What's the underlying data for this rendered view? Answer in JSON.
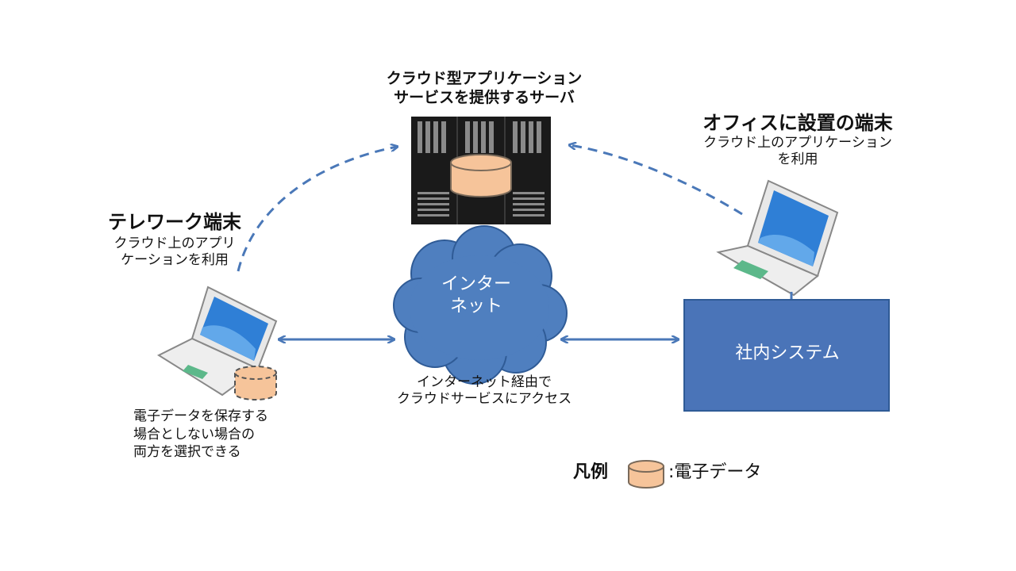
{
  "server": {
    "title_line1": "クラウド型アプリケーション",
    "title_line2": "サービスを提供するサーバ"
  },
  "office_terminal": {
    "title": "オフィスに設置の端末",
    "desc_line1": "クラウド上のアプリケーション",
    "desc_line2": "を利用"
  },
  "telework_terminal": {
    "title": "テレワーク端末",
    "desc_line1": "クラウド上のアプリ",
    "desc_line2": "ケーションを利用"
  },
  "internet": {
    "label_line1": "インター",
    "label_line2": "ネット"
  },
  "access": {
    "line1": "インターネット経由で",
    "line2": "クラウドサービスにアクセス"
  },
  "internal_system": {
    "label": "社内システム"
  },
  "data_note": {
    "line1": "電子データを保存する",
    "line2": "場合としない場合の",
    "line3": "両方を選択できる"
  },
  "legend": {
    "label": "凡例",
    "item": ":電子データ"
  },
  "colors": {
    "arrow": "#4a78b8",
    "cloud": "#4f7fbf",
    "system_box": "#4a74b8",
    "data_cylinder": "#f6c49a",
    "server_body": "#1a1a1a"
  },
  "icons": [
    "server-rack-icon",
    "laptop-icon",
    "cloud-icon",
    "database-cylinder-icon"
  ]
}
